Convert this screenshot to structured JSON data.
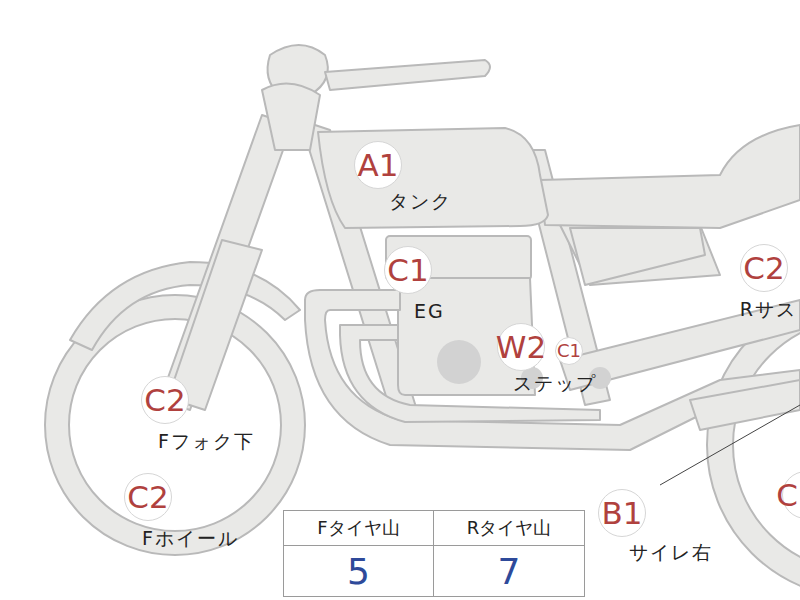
{
  "diagram": {
    "nodes": [
      {
        "text": [
          "A1",
          "タンク"
        ]
      },
      {
        "text": [
          "C1",
          "EG"
        ]
      },
      {
        "text": [
          "C2",
          "Rサス"
        ]
      },
      {
        "text": [
          "W2",
          "ステップ"
        ]
      },
      {
        "text": [
          "C1"
        ]
      },
      {
        "text": [
          "C2",
          "Fフォク下"
        ]
      },
      {
        "text": [
          "C2",
          "Fホイール"
        ]
      },
      {
        "text": [
          "B1",
          "サイレ右"
        ]
      },
      {
        "text": [
          "C"
        ]
      }
    ],
    "labels": [
      "Fタイヤ山",
      "Rタイヤ山",
      "5",
      "7"
    ]
  }
}
